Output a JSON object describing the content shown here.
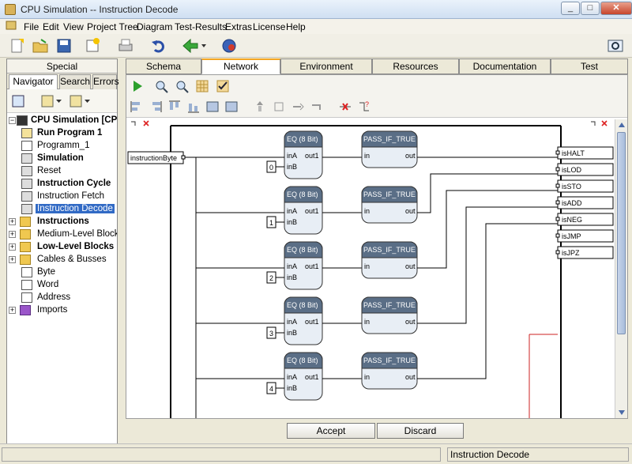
{
  "window": {
    "title": "CPU Simulation -- Instruction Decode",
    "minimize": "_",
    "maximize": "□",
    "close": "✕"
  },
  "menu": [
    "File",
    "Edit",
    "View",
    "Project Tree",
    "Diagram",
    "Test-Results",
    "Extras",
    "License",
    "Help"
  ],
  "left_panel": {
    "special_tab": "Special",
    "tabs": [
      "Navigator",
      "Search",
      "Errors"
    ],
    "tree": [
      {
        "label": "CPU Simulation [CPU_Si",
        "bold": true,
        "expander": "−"
      },
      {
        "label": "Run Program 1",
        "bold": true
      },
      {
        "label": "Programm_1",
        "bold": false
      },
      {
        "label": "Simulation",
        "bold": true
      },
      {
        "label": "Reset",
        "bold": false
      },
      {
        "label": "Instruction Cycle",
        "bold": true
      },
      {
        "label": "Instruction Fetch",
        "bold": false
      },
      {
        "label": "Instruction Decode",
        "bold": false,
        "selected": true
      },
      {
        "label": "Instructions",
        "bold": true,
        "expander": "+"
      },
      {
        "label": "Medium-Level Blocks",
        "bold": false,
        "expander": "+"
      },
      {
        "label": "Low-Level Blocks",
        "bold": true,
        "expander": "+"
      },
      {
        "label": "Cables & Busses",
        "bold": false,
        "expander": "+"
      },
      {
        "label": "Byte",
        "bold": false
      },
      {
        "label": "Word",
        "bold": false
      },
      {
        "label": "Address",
        "bold": false
      },
      {
        "label": "Imports",
        "bold": false,
        "expander": "+"
      }
    ]
  },
  "tabs": [
    "Schema",
    "Network",
    "Environment",
    "Resources",
    "Documentation",
    "Test"
  ],
  "active_tab": "Network",
  "diagram": {
    "input": "instructionByte",
    "eq_title": "EQ (8 Bit)",
    "eq_inA": "inA",
    "eq_inB": "inB",
    "eq_out": "out1",
    "pass_title": "PASS_IF_TRUE",
    "pass_in": "in",
    "pass_out": "out",
    "constants": [
      "0",
      "1",
      "2",
      "3",
      "4"
    ],
    "outputs": [
      "isHALT",
      "isLOD",
      "isSTO",
      "isADD",
      "isNEG",
      "isJMP",
      "isJPZ"
    ]
  },
  "buttons": {
    "accept": "Accept",
    "discard": "Discard"
  },
  "status": {
    "text": "Instruction Decode"
  }
}
